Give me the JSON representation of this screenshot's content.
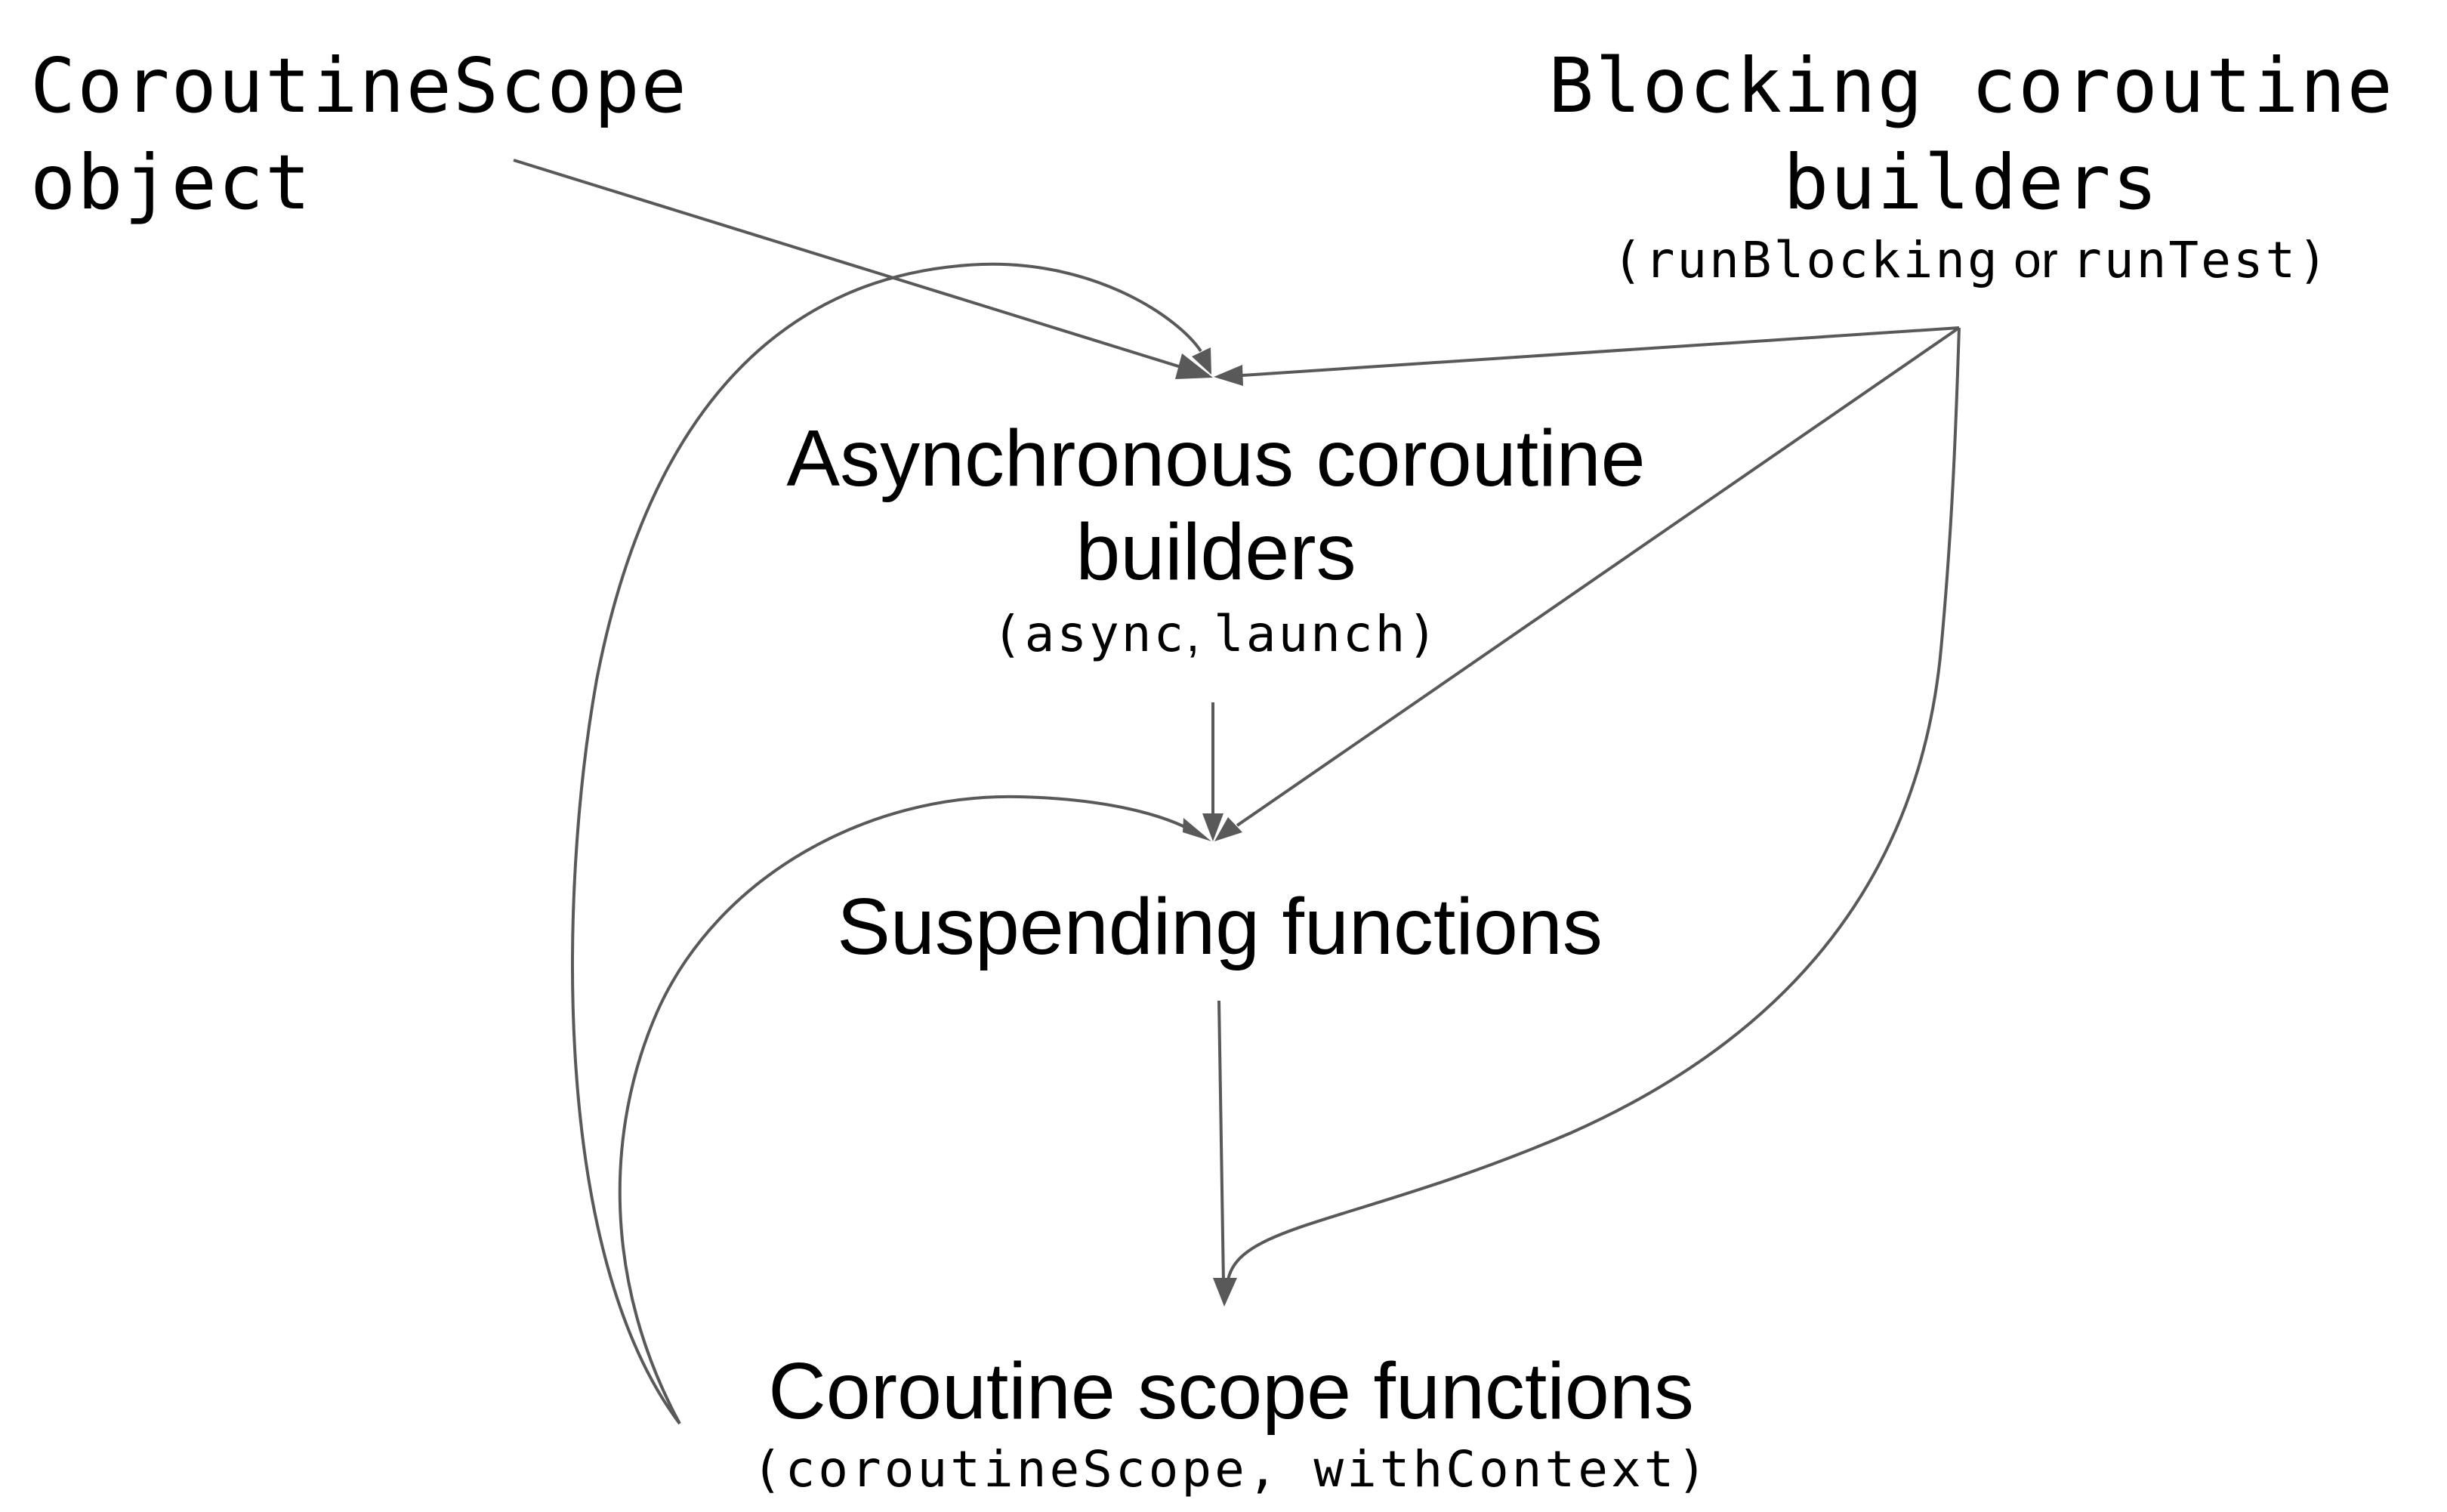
{
  "colors": {
    "edge": "#595959",
    "text": "#000000",
    "background": "#ffffff"
  },
  "nodes": {
    "scope_object": {
      "title": "CoroutineScope object"
    },
    "blocking": {
      "title_line1": "Blocking coroutine",
      "title_line2": "builders",
      "sub_open": "(",
      "sub_item1": "runBlocking",
      "sub_or": " or ",
      "sub_item2": "runTest",
      "sub_close": ")"
    },
    "async": {
      "title_line1": "Asynchronous coroutine",
      "title_line2": "builders",
      "sub_open": "(",
      "sub_item1": "async",
      "sub_sep": ", ",
      "sub_item2": "launch",
      "sub_close": ")"
    },
    "suspending": {
      "title": "Suspending functions"
    },
    "scope_functions": {
      "title": "Coroutine scope functions",
      "sub": "(coroutineScope, withContext)"
    }
  },
  "edges": [
    {
      "from": "CoroutineScope object",
      "to": "Asynchronous coroutine builders"
    },
    {
      "from": "Coroutine scope functions",
      "to": "Asynchronous coroutine builders"
    },
    {
      "from": "Blocking coroutine builders",
      "to": "Asynchronous coroutine builders"
    },
    {
      "from": "Asynchronous coroutine builders",
      "to": "Suspending functions"
    },
    {
      "from": "Coroutine scope functions",
      "to": "Suspending functions"
    },
    {
      "from": "Blocking coroutine builders",
      "to": "Suspending functions"
    },
    {
      "from": "Suspending functions",
      "to": "Coroutine scope functions"
    },
    {
      "from": "Blocking coroutine builders",
      "to": "Coroutine scope functions"
    }
  ]
}
